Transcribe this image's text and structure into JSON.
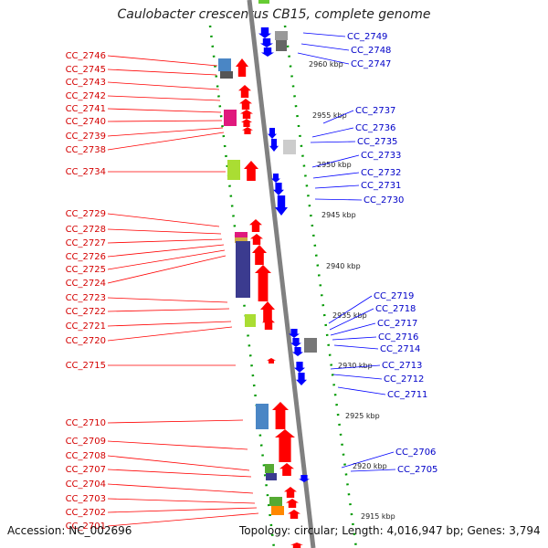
{
  "header": {
    "title": "Caulobacter crescentus CB15, complete genome"
  },
  "footer": {
    "accession": "Accession: NC_002696",
    "topology": "Topology: circular; Length: 4,016,947 bp; Genes: 3,794"
  },
  "colors": {
    "forward": "#ff0000",
    "reverse": "#0000ff",
    "spine": "#808080",
    "ticks": "#009900",
    "left_labels": "#d40000",
    "right_labels": "#0000c8"
  },
  "scale_labels": [
    "2960 kbp",
    "2955 kbp",
    "2950 kbp",
    "2945 kbp",
    "2940 kbp",
    "2935 kbp",
    "2930 kbp",
    "2925 kbp",
    "2920 kbp",
    "2915 kbp"
  ],
  "left_genes": [
    "CC_2746",
    "CC_2745",
    "CC_2743",
    "CC_2742",
    "CC_2741",
    "CC_2740",
    "CC_2739",
    "CC_2738",
    "CC_2734",
    "CC_2729",
    "CC_2728",
    "CC_2727",
    "CC_2726",
    "CC_2725",
    "CC_2724",
    "CC_2723",
    "CC_2722",
    "CC_2721",
    "CC_2720",
    "CC_2715",
    "CC_2710",
    "CC_2709",
    "CC_2708",
    "CC_2707",
    "CC_2704",
    "CC_2703",
    "CC_2702",
    "CC_2701"
  ],
  "right_genes": [
    "CC_2749",
    "CC_2748",
    "CC_2747",
    "CC_2737",
    "CC_2736",
    "CC_2735",
    "CC_2733",
    "CC_2732",
    "CC_2731",
    "CC_2730",
    "CC_2719",
    "CC_2718",
    "CC_2717",
    "CC_2716",
    "CC_2714",
    "CC_2713",
    "CC_2712",
    "CC_2711",
    "CC_2706",
    "CC_2705"
  ]
}
